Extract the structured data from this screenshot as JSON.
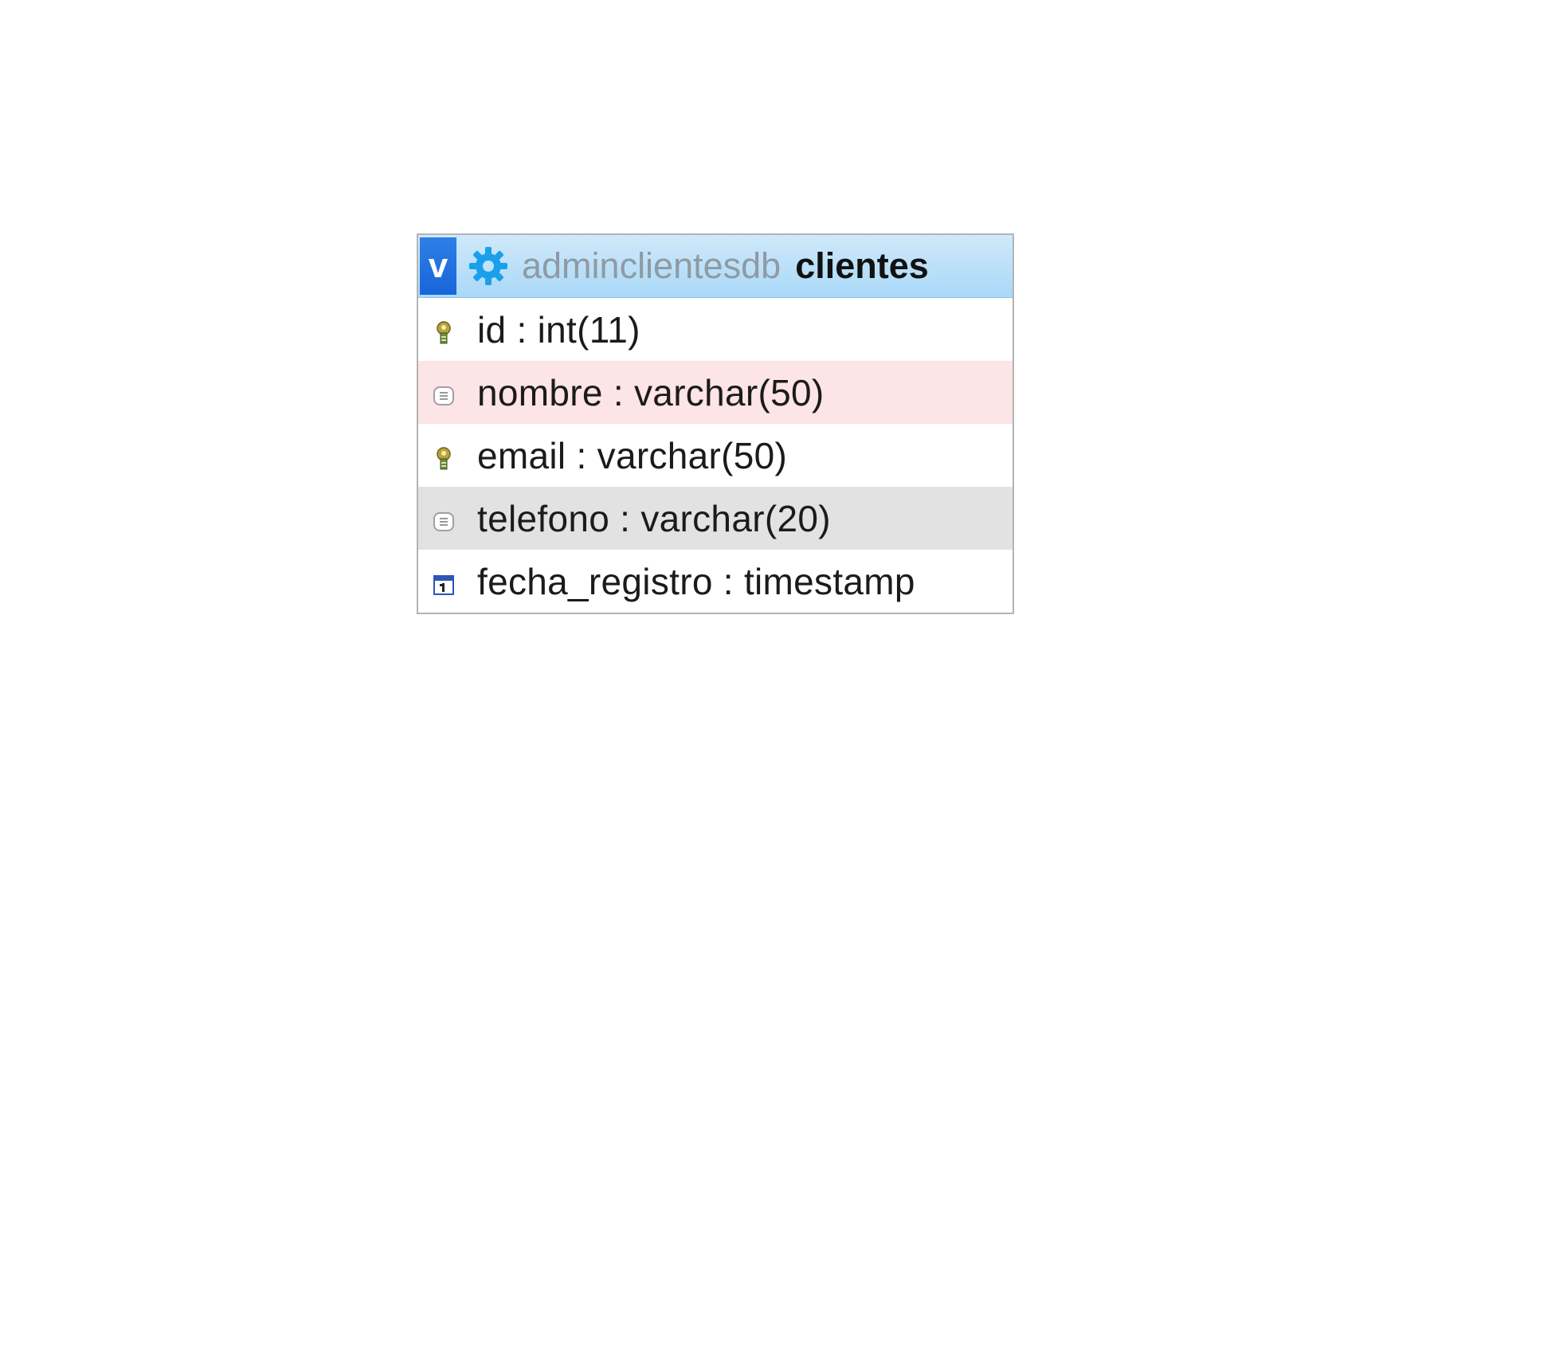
{
  "table": {
    "toggle_label": "v",
    "database": "adminclientesdb",
    "name": "clientes",
    "header_color": "#a9d8f7",
    "columns": [
      {
        "text": "id : int(11)",
        "icon": "primary-key-icon",
        "highlight": "none"
      },
      {
        "text": "nombre : varchar(50)",
        "icon": "column-icon",
        "highlight": "pink"
      },
      {
        "text": "email : varchar(50)",
        "icon": "unique-key-icon",
        "highlight": "none"
      },
      {
        "text": "telefono : varchar(20)",
        "icon": "column-icon",
        "highlight": "gray"
      },
      {
        "text": "fecha_registro : timestamp",
        "icon": "calendar-icon",
        "highlight": "none"
      }
    ]
  }
}
